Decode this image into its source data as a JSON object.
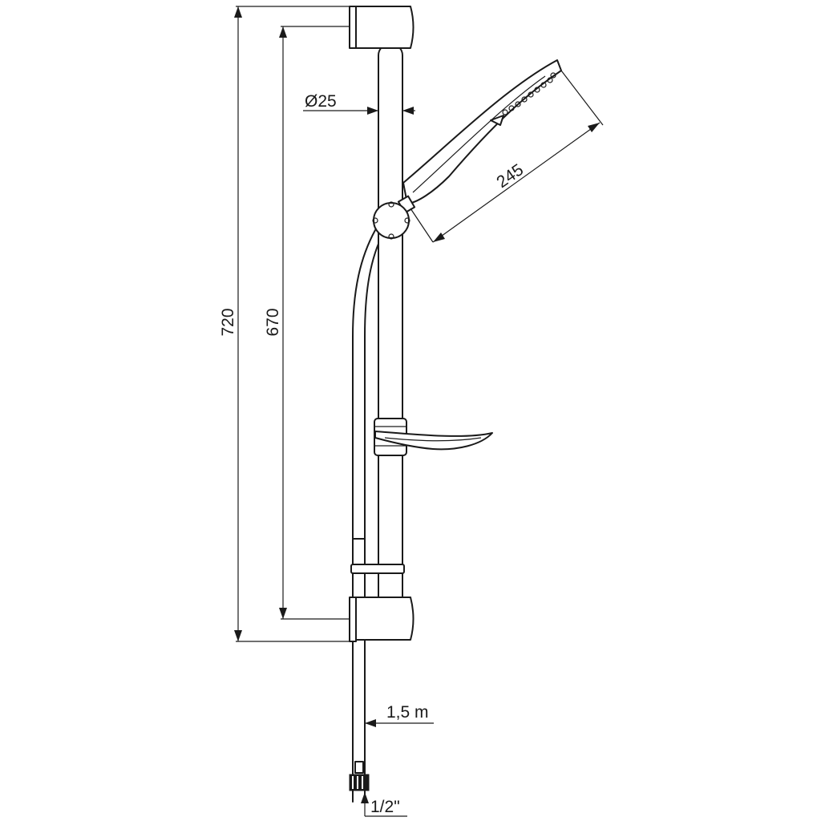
{
  "dimensions": {
    "total_height": "720",
    "center_distance": "670",
    "rail_diameter": "Ø25",
    "handshower_length": "245",
    "hose_length": "1,5 m",
    "thread": "1/2\""
  }
}
